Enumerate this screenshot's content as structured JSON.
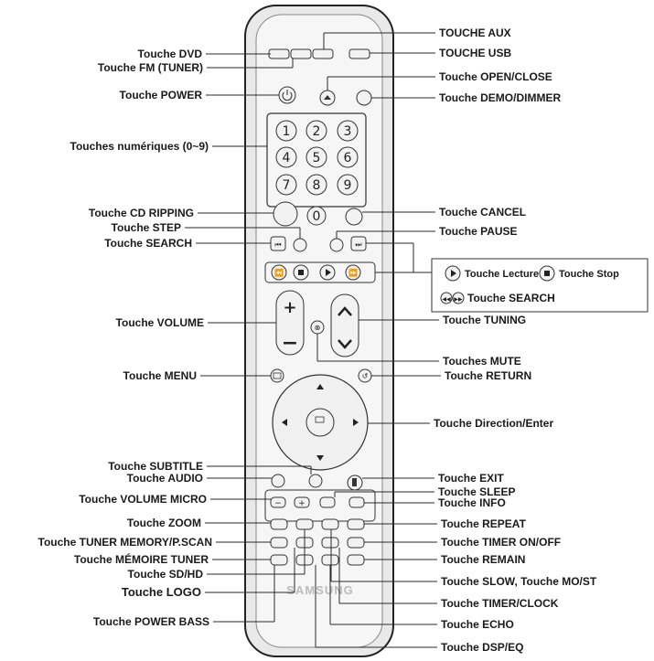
{
  "labels": {
    "dvd": "Touche DVD",
    "fm": "Touche FM (TUNER)",
    "power": "Touche POWER",
    "numeric": "Touches numériques (0~9)",
    "cd_ripping": "Touche CD RIPPING",
    "step": "Touche STEP",
    "search_left": "Touche SEARCH",
    "volume": "Touche VOLUME",
    "menu": "Touche MENU",
    "subtitle": "Touche SUBTITLE",
    "audio": "Touche AUDIO",
    "volume_micro": "Touche VOLUME MICRO",
    "zoom": "Touche ZOOM",
    "tuner_memory": "Touche TUNER MEMORY/P.SCAN",
    "memoire_tuner": "Touche MÉMOIRE TUNER",
    "sd_hd": "Touche SD/HD",
    "logo": "Touche LOGO",
    "power_bass": "Touche POWER BASS",
    "aux": "TOUCHE AUX",
    "usb": "TOUCHE USB",
    "open_close": "Touche OPEN/CLOSE",
    "demo_dimmer": "Touche DEMO/DIMMER",
    "cancel": "Touche CANCEL",
    "pause": "Touche PAUSE",
    "tuning": "Touche TUNING",
    "mute": "Touches  MUTE",
    "return": "Touche RETURN",
    "direction": "Touche Direction/Enter",
    "exit": "Touche EXIT",
    "sleep": "Touche SLEEP",
    "info": "Touche INFO",
    "repeat": "Touche REPEAT",
    "timer_onoff": "Touche TIMER ON/OFF",
    "remain": "Touche REMAIN",
    "slow": "Touche SLOW, Touche MO/ST",
    "timer_clock": "Touche TIMER/CLOCK",
    "echo": "Touche ECHO",
    "dsp_eq": "Touche DSP/EQ"
  },
  "legend": {
    "lecture": "Touche Lecture",
    "stop": "Touche Stop",
    "search": "Touche SEARCH"
  },
  "digits": [
    "1",
    "2",
    "3",
    "4",
    "5",
    "6",
    "7",
    "8",
    "9",
    "0"
  ],
  "brand": "SAMSUNG"
}
